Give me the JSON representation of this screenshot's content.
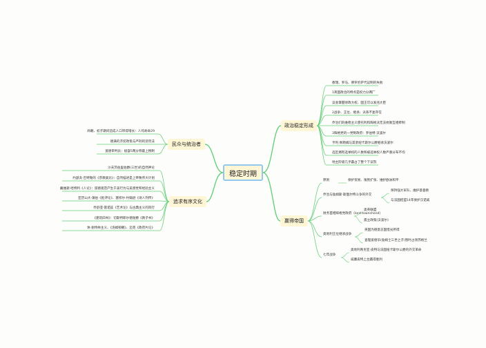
{
  "center": "稳定时期",
  "colors": {
    "line": "#67cf7a",
    "node_fill": "#fff6d6",
    "center_border": "#8fc7ee"
  },
  "right": {
    "politics": {
      "label": "政治稳定形成",
      "items": [
        "教瑞、罗马、佛罗伦萨代议制的失败",
        "1英国政治的特点是权力分两厂",
        "议会掌握财政大权、国王可以发兆大臣",
        "2战争、王位、继承、派系不复存在",
        "乔治们的维稳主义使托利和辉格派无法抗衡互相牵制",
        "3辉格党的一党制政府：罗伯特·沃波尔",
        "亨利·佩勒姆与其弟纽卡斯尔公爵继承沃波尔",
        "选区拥有选举权的人数和被选举权人数严重分布不均",
        "地主阶级几乎霸占了整个下议院"
      ]
    },
    "empire": {
      "label": "赢得帝国",
      "items": [
        {
          "text": "原则",
          "children": [
            "保护贸易、殖民扩张、维护欧洲和平",
            "保护贸易、殖民扩张、维护欧洲和平"
          ]
        },
        {
          "text": "乔治与詹姆斯·斯图尔特斗争的外交",
          "children": [
            "保持强大军队、维护基督教",
            "与法国结盟14年保护汉诺威"
          ]
        },
        {
          "text": "财务首相辉格党政府（lord townshend）",
          "children": [
            "奥英联盟",
            "孤立政策(沃波尔)"
          ]
        },
        {
          "text": "奥地利王位继承战争",
          "children": [
            "英国为德意志国借光所得",
            "查理爱德华(詹姆士三世之子)暂时占领苏格兰"
          ]
        },
        {
          "text": "七年战争",
          "children": [
            "奥地利希尼亚·皮特与法国纽卡斯尔公爵的外交革命",
            "威廉皮特上台赢得胜利"
          ]
        }
      ]
    }
  },
  "left": {
    "people": {
      "label": "民众与统治者",
      "items": [
        "商朝、初子期间造成人口带得增长：人均寿命29",
        "德满的济贫政策与严刑的惩罚法",
        "道德审判员：极容5两分称最上税制"
      ]
    },
    "culture": {
      "label": "追求有序文化",
      "items": [
        "沙夫茨伯里伯爵(三世)的自然神论",
        "约瑟夫·巴特勒的《宗教类比》：自然描述是上帝秩序大计划",
        "戴维斯·哈特利《人论》：道德观范产生于美行为与美感觉和经验主义",
        "亚历山大·蒲伯《批评论》、塞缪尔·约翰逊《诗人列传》",
        "乔舒亚·雷诺兹《艺术论》与古典主义的风行",
        "《建筑四书》：切斯特菲尔德勋爵《教子书》",
        "休·谢侍林主义、《洛姆顿朝》、迈克《政府片论》"
      ]
    }
  }
}
